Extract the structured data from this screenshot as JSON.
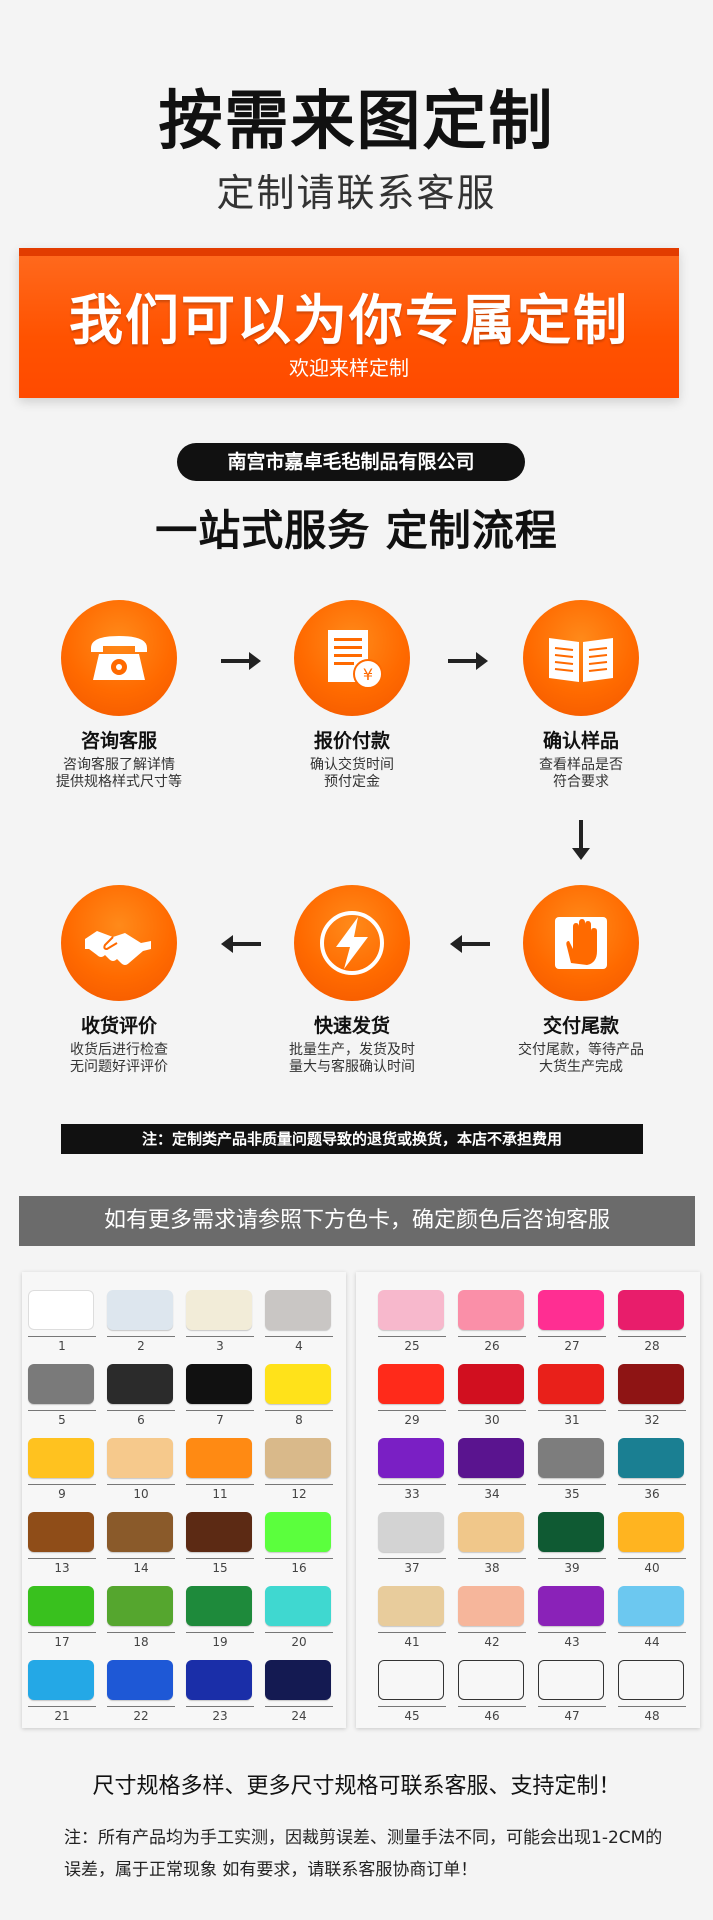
{
  "header": {
    "title": "按需来图定制",
    "subtitle": "定制请联系客服"
  },
  "banner": {
    "title": "我们可以为你专属定制",
    "subtitle": "欢迎来样定制",
    "color": "#ff5a00"
  },
  "company": "南宫市嘉卓毛毡制品有限公司",
  "service_title": "一站式服务 定制流程",
  "steps": [
    {
      "name": "咨询客服",
      "desc": "咨询客服了解详情\n提供规格样式尺寸等",
      "icon": "phone-icon"
    },
    {
      "name": "报价付款",
      "desc": "确认交货时间\n预付定金",
      "icon": "invoice-yen-icon"
    },
    {
      "name": "确认样品",
      "desc": "查看样品是否\n符合要求",
      "icon": "book-icon"
    },
    {
      "name": "交付尾款",
      "desc": "交付尾款，等待产品\n大货生产完成",
      "icon": "hand-icon"
    },
    {
      "name": "快速发货",
      "desc": "批量生产，发货及时\n量大与客服确认时间",
      "icon": "lightning-icon"
    },
    {
      "name": "收货评价",
      "desc": "收货后进行检查\n无问题好评评价",
      "icon": "handshake-icon"
    }
  ],
  "notice": "注：定制类产品非质量问题导致的退货或换货，本店不承担费用",
  "color_card_bar": "如有更多需求请参照下方色卡，确定颜色后咨询客服",
  "swatches": [
    {
      "num": "1",
      "color": "#ffffff"
    },
    {
      "num": "2",
      "color": "#dde6ee"
    },
    {
      "num": "3",
      "color": "#f2ecd8"
    },
    {
      "num": "4",
      "color": "#c9c6c4"
    },
    {
      "num": "5",
      "color": "#7a7a7a"
    },
    {
      "num": "6",
      "color": "#2b2b2b"
    },
    {
      "num": "7",
      "color": "#111111"
    },
    {
      "num": "8",
      "color": "#ffe21a"
    },
    {
      "num": "9",
      "color": "#ffc21f"
    },
    {
      "num": "10",
      "color": "#f6c98c"
    },
    {
      "num": "11",
      "color": "#ff8a13"
    },
    {
      "num": "12",
      "color": "#d9b98a"
    },
    {
      "num": "13",
      "color": "#8f4d18"
    },
    {
      "num": "14",
      "color": "#8a5a2a"
    },
    {
      "num": "15",
      "color": "#5c2a14"
    },
    {
      "num": "16",
      "color": "#5bff3d"
    },
    {
      "num": "17",
      "color": "#39c11e"
    },
    {
      "num": "18",
      "color": "#55a62e"
    },
    {
      "num": "19",
      "color": "#1e8a3b"
    },
    {
      "num": "20",
      "color": "#3fd8d0"
    },
    {
      "num": "21",
      "color": "#24a8e6"
    },
    {
      "num": "22",
      "color": "#1e58d6"
    },
    {
      "num": "23",
      "color": "#1a2ea8"
    },
    {
      "num": "24",
      "color": "#141a52"
    },
    {
      "num": "25",
      "color": "#f7b8cc"
    },
    {
      "num": "26",
      "color": "#fa8fa8"
    },
    {
      "num": "27",
      "color": "#ff2e92"
    },
    {
      "num": "28",
      "color": "#e81d6b"
    },
    {
      "num": "29",
      "color": "#ff2a1a"
    },
    {
      "num": "30",
      "color": "#d10f1f"
    },
    {
      "num": "31",
      "color": "#e9201a"
    },
    {
      "num": "32",
      "color": "#8e1414"
    },
    {
      "num": "33",
      "color": "#7a1fc4"
    },
    {
      "num": "34",
      "color": "#5a148f"
    },
    {
      "num": "35",
      "color": "#7d7d7d"
    },
    {
      "num": "36",
      "color": "#1a7f92"
    },
    {
      "num": "37",
      "color": "#d3d3d3"
    },
    {
      "num": "38",
      "color": "#f0c78a"
    },
    {
      "num": "39",
      "color": "#0f5a33"
    },
    {
      "num": "40",
      "color": "#ffb420"
    },
    {
      "num": "41",
      "color": "#e8cc9c"
    },
    {
      "num": "42",
      "color": "#f6b69b"
    },
    {
      "num": "43",
      "color": "#8a22b8"
    },
    {
      "num": "44",
      "color": "#6cc8f0"
    },
    {
      "num": "45",
      "color": ""
    },
    {
      "num": "46",
      "color": ""
    },
    {
      "num": "47",
      "color": ""
    },
    {
      "num": "48",
      "color": ""
    }
  ],
  "footer": {
    "line1": "尺寸规格多样、更多尺寸规格可联系客服、支持定制！",
    "line2": "注：所有产品均为手工实测，因裁剪误差、测量手法不同，可能会出现1-2CM的误差，属于正常现象 如有要求，请联系客服协商订单！"
  }
}
